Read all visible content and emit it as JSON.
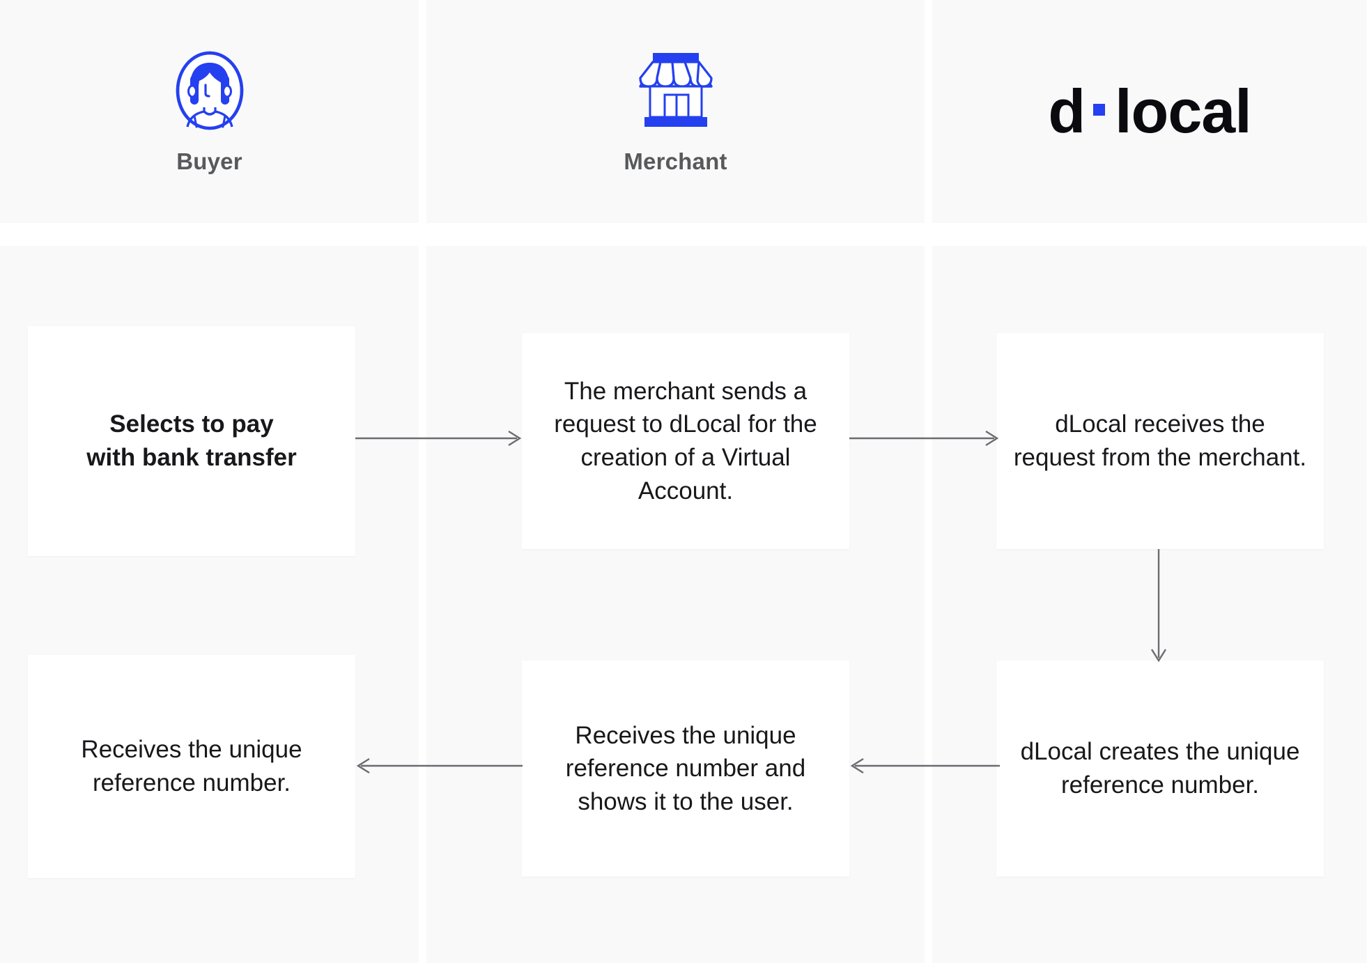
{
  "columns": [
    {
      "id": "buyer",
      "label": "Buyer",
      "icon": "buyer-avatar-icon"
    },
    {
      "id": "merchant",
      "label": "Merchant",
      "icon": "storefront-icon"
    },
    {
      "id": "dlocal",
      "label": "",
      "icon": "dlocal-logo"
    }
  ],
  "logo": {
    "part1": "d",
    "part2": "local",
    "dot_color": "#2440ef"
  },
  "boxes": {
    "buyer_top": "Selects to pay\nwith bank transfer",
    "buyer_top_line1": "Selects to pay",
    "buyer_top_line2": "with bank transfer",
    "merchant_top": "The merchant sends a request to dLocal for the creation of a Virtual Account.",
    "dlocal_top": "dLocal receives the request from the merchant.",
    "dlocal_bottom": "dLocal creates the unique reference number.",
    "merchant_bottom": "Receives the unique reference number and shows it to the user.",
    "buyer_bottom": "Receives the unique reference number."
  },
  "arrows": [
    {
      "name": "buyer-to-merchant",
      "direction": "right"
    },
    {
      "name": "merchant-to-dlocal",
      "direction": "right"
    },
    {
      "name": "dlocal-down",
      "direction": "down"
    },
    {
      "name": "dlocal-to-merchant",
      "direction": "left"
    },
    {
      "name": "merchant-to-buyer",
      "direction": "left"
    }
  ],
  "colors": {
    "brand_blue": "#2440ef",
    "panel_bg": "#f9f9fa",
    "box_bg": "#ffffff",
    "label_gray": "#58595b",
    "arrow_gray": "#6b6b70",
    "text_black": "#18181b"
  }
}
